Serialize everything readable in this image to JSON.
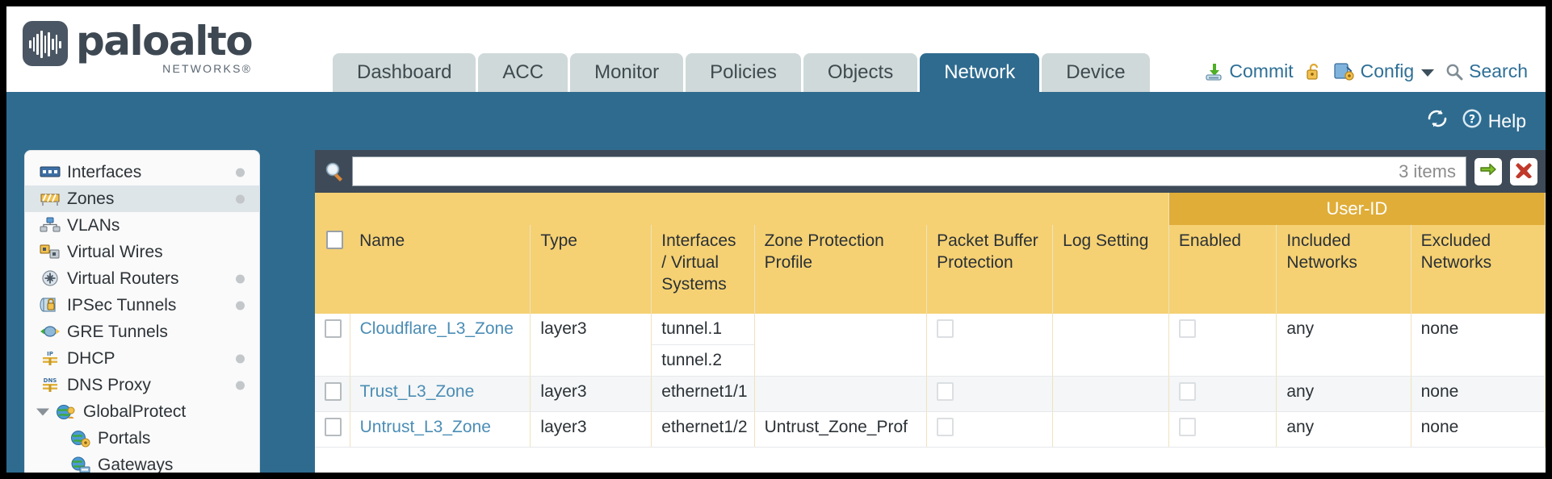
{
  "brand": {
    "name": "paloalto",
    "sub": "NETWORKS",
    "logo_icon": "paloalto-logo-icon"
  },
  "tabs": [
    {
      "label": "Dashboard",
      "active": false
    },
    {
      "label": "ACC",
      "active": false
    },
    {
      "label": "Monitor",
      "active": false
    },
    {
      "label": "Policies",
      "active": false
    },
    {
      "label": "Objects",
      "active": false
    },
    {
      "label": "Network",
      "active": true
    },
    {
      "label": "Device",
      "active": false
    }
  ],
  "toolbar": {
    "commit_label": "Commit",
    "config_label": "Config",
    "search_label": "Search",
    "lock_icon": "unlock-icon",
    "commit_icon": "commit-icon",
    "config_icon": "config-wrench-icon",
    "search_icon": "search-magnifier-icon",
    "caret_icon": "chevron-down-icon"
  },
  "band": {
    "refresh_icon": "refresh-icon",
    "help_icon": "help-icon",
    "help_label": "Help"
  },
  "sidebar": {
    "items": [
      {
        "label": "Interfaces",
        "icon": "interfaces-icon",
        "dot": true,
        "selected": false,
        "child": false,
        "caret": false
      },
      {
        "label": "Zones",
        "icon": "zones-icon",
        "dot": true,
        "selected": true,
        "child": false,
        "caret": false
      },
      {
        "label": "VLANs",
        "icon": "vlans-icon",
        "dot": false,
        "selected": false,
        "child": false,
        "caret": false
      },
      {
        "label": "Virtual Wires",
        "icon": "virtual-wires-icon",
        "dot": false,
        "selected": false,
        "child": false,
        "caret": false
      },
      {
        "label": "Virtual Routers",
        "icon": "virtual-routers-icon",
        "dot": true,
        "selected": false,
        "child": false,
        "caret": false
      },
      {
        "label": "IPSec Tunnels",
        "icon": "ipsec-tunnels-icon",
        "dot": true,
        "selected": false,
        "child": false,
        "caret": false
      },
      {
        "label": "GRE Tunnels",
        "icon": "gre-tunnels-icon",
        "dot": false,
        "selected": false,
        "child": false,
        "caret": false
      },
      {
        "label": "DHCP",
        "icon": "dhcp-icon",
        "dot": true,
        "selected": false,
        "child": false,
        "caret": false
      },
      {
        "label": "DNS Proxy",
        "icon": "dns-proxy-icon",
        "dot": true,
        "selected": false,
        "child": false,
        "caret": false
      },
      {
        "label": "GlobalProtect",
        "icon": "globalprotect-icon",
        "dot": false,
        "selected": false,
        "child": false,
        "caret": true
      },
      {
        "label": "Portals",
        "icon": "portals-icon",
        "dot": false,
        "selected": false,
        "child": true,
        "caret": false
      },
      {
        "label": "Gateways",
        "icon": "gateways-icon",
        "dot": false,
        "selected": false,
        "child": true,
        "caret": false
      }
    ]
  },
  "search": {
    "value": "",
    "placeholder": "",
    "items_count": "3 items",
    "glass_icon": "search-filter-icon",
    "apply_icon": "apply-filter-arrow-icon",
    "clear_icon": "clear-filter-x-icon"
  },
  "table": {
    "group_header": "User-ID",
    "columns": [
      "Name",
      "Type",
      "Interfaces / Virtual Systems",
      "Zone Protection Profile",
      "Packet Buffer Protection",
      "Log Setting",
      "Enabled",
      "Included Networks",
      "Excluded Networks"
    ],
    "rows": [
      {
        "name": "Cloudflare_L3_Zone",
        "type": "layer3",
        "interfaces": [
          "tunnel.1",
          "tunnel.2"
        ],
        "zone_protection_profile": "",
        "packet_buffer_protection": false,
        "log_setting": "",
        "user_id_enabled": false,
        "included_networks": "any",
        "excluded_networks": "none"
      },
      {
        "name": "Trust_L3_Zone",
        "type": "layer3",
        "interfaces": [
          "ethernet1/1"
        ],
        "zone_protection_profile": "",
        "packet_buffer_protection": false,
        "log_setting": "",
        "user_id_enabled": false,
        "included_networks": "any",
        "excluded_networks": "none"
      },
      {
        "name": "Untrust_L3_Zone",
        "type": "layer3",
        "interfaces": [
          "ethernet1/2"
        ],
        "zone_protection_profile": "Untrust_Zone_Prof",
        "packet_buffer_protection": false,
        "log_setting": "",
        "user_id_enabled": false,
        "included_networks": "any",
        "excluded_networks": "none"
      }
    ]
  },
  "colors": {
    "brand_blue": "#2f6b8f",
    "header_gold": "#f5d173",
    "group_gold": "#e0ad38",
    "search_bar_dark": "#3e4a57",
    "link_blue": "#4b8db5",
    "tab_inactive": "#cfd9d9"
  }
}
